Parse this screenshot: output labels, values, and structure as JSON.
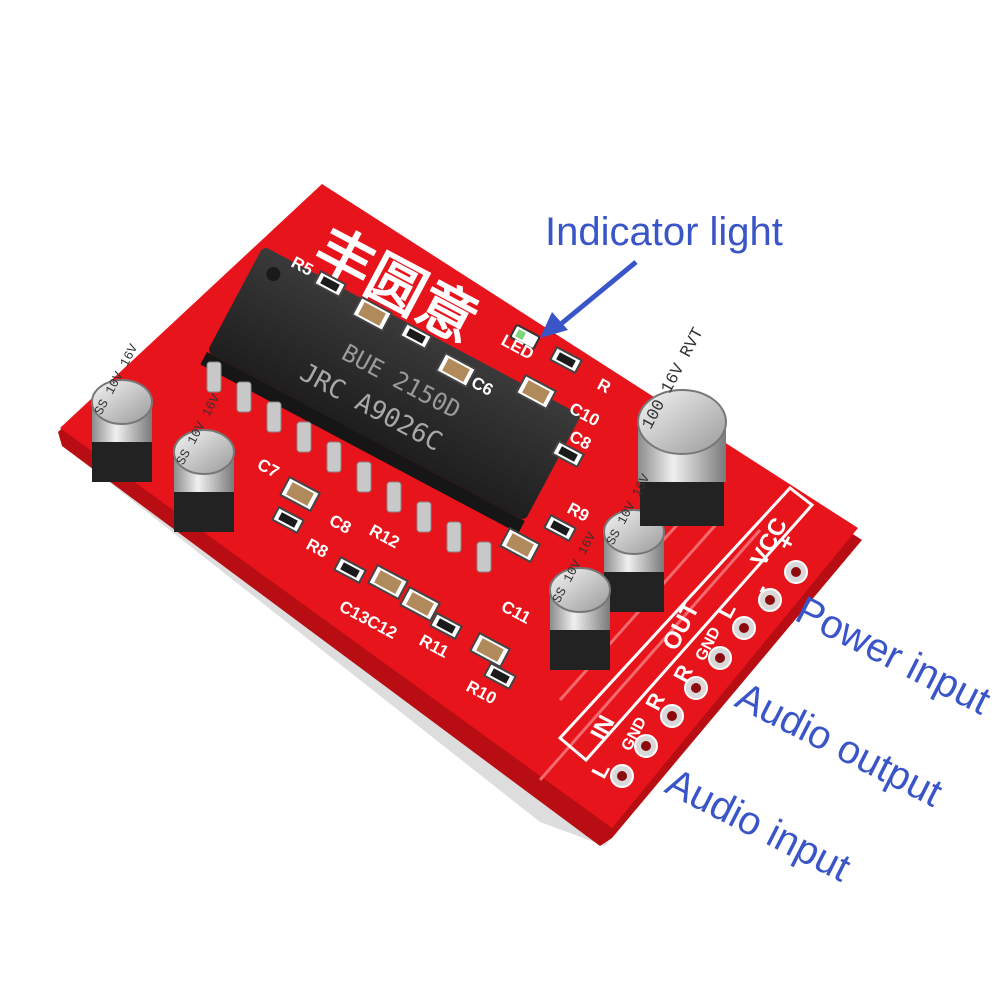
{
  "colors": {
    "board": "#e8141b",
    "board_dark": "#b80d12",
    "silkscreen": "#ffffff",
    "callout": "#3a55c8",
    "chip": "#2b2b2b",
    "pin": "#c8c8c8"
  },
  "board": {
    "logo_text": "丰圆意",
    "chip": {
      "line1": "BUE 2150D",
      "line2": "JRC A9026C"
    },
    "silkscreen": {
      "r5": "R5",
      "led": "LED",
      "r": "R",
      "c6": "C6",
      "c10": "C10",
      "c8_right": "C8",
      "c7": "C7",
      "c8": "C8",
      "r8": "R8",
      "r12": "R12",
      "r9": "R9",
      "c11": "C11",
      "c13c12": "C13C12",
      "r11": "R11",
      "r10": "R10",
      "vcc": "VCC",
      "plus": "+",
      "minus": "-",
      "out": "OUT",
      "out_l": "L",
      "out_gnd": "GND",
      "out_r": "R",
      "in": "IN",
      "in_r": "R",
      "in_gnd": "GND",
      "in_l": "L"
    },
    "capacitors": {
      "big": "100 16V RVT",
      "small": "SS 10V 16V"
    }
  },
  "callouts": {
    "indicator_light": "Indicator light",
    "power_input": "Power input",
    "audio_output": "Audio output",
    "audio_input": "Audio input"
  }
}
